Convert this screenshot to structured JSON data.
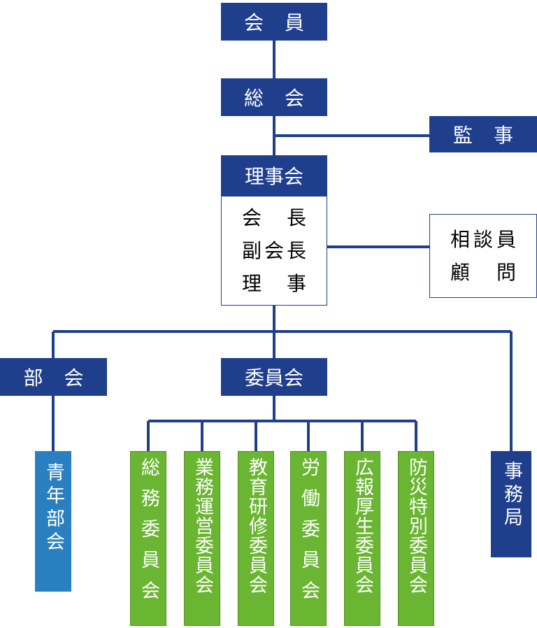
{
  "nodes": {
    "members": "会員",
    "general_assembly": "総会",
    "auditor": "監事",
    "board": "理事会",
    "board_roles": [
      "会長",
      "副会長",
      "理事"
    ],
    "advisors": [
      "相談員",
      "顧問"
    ],
    "section_assembly": "部会",
    "committees": "委員会",
    "youth_section": "青年部会",
    "secretariat": "事務局",
    "committee_list": [
      "総務委員会",
      "業務運営委員会",
      "教育研修委員会",
      "労働委員会",
      "広報厚生委員会",
      "防災特別委員会"
    ]
  },
  "colors": {
    "navy": "#1f3f8c",
    "green": "#6ab531",
    "blue": "#2a7fc1",
    "line": "#1f3f8c"
  }
}
